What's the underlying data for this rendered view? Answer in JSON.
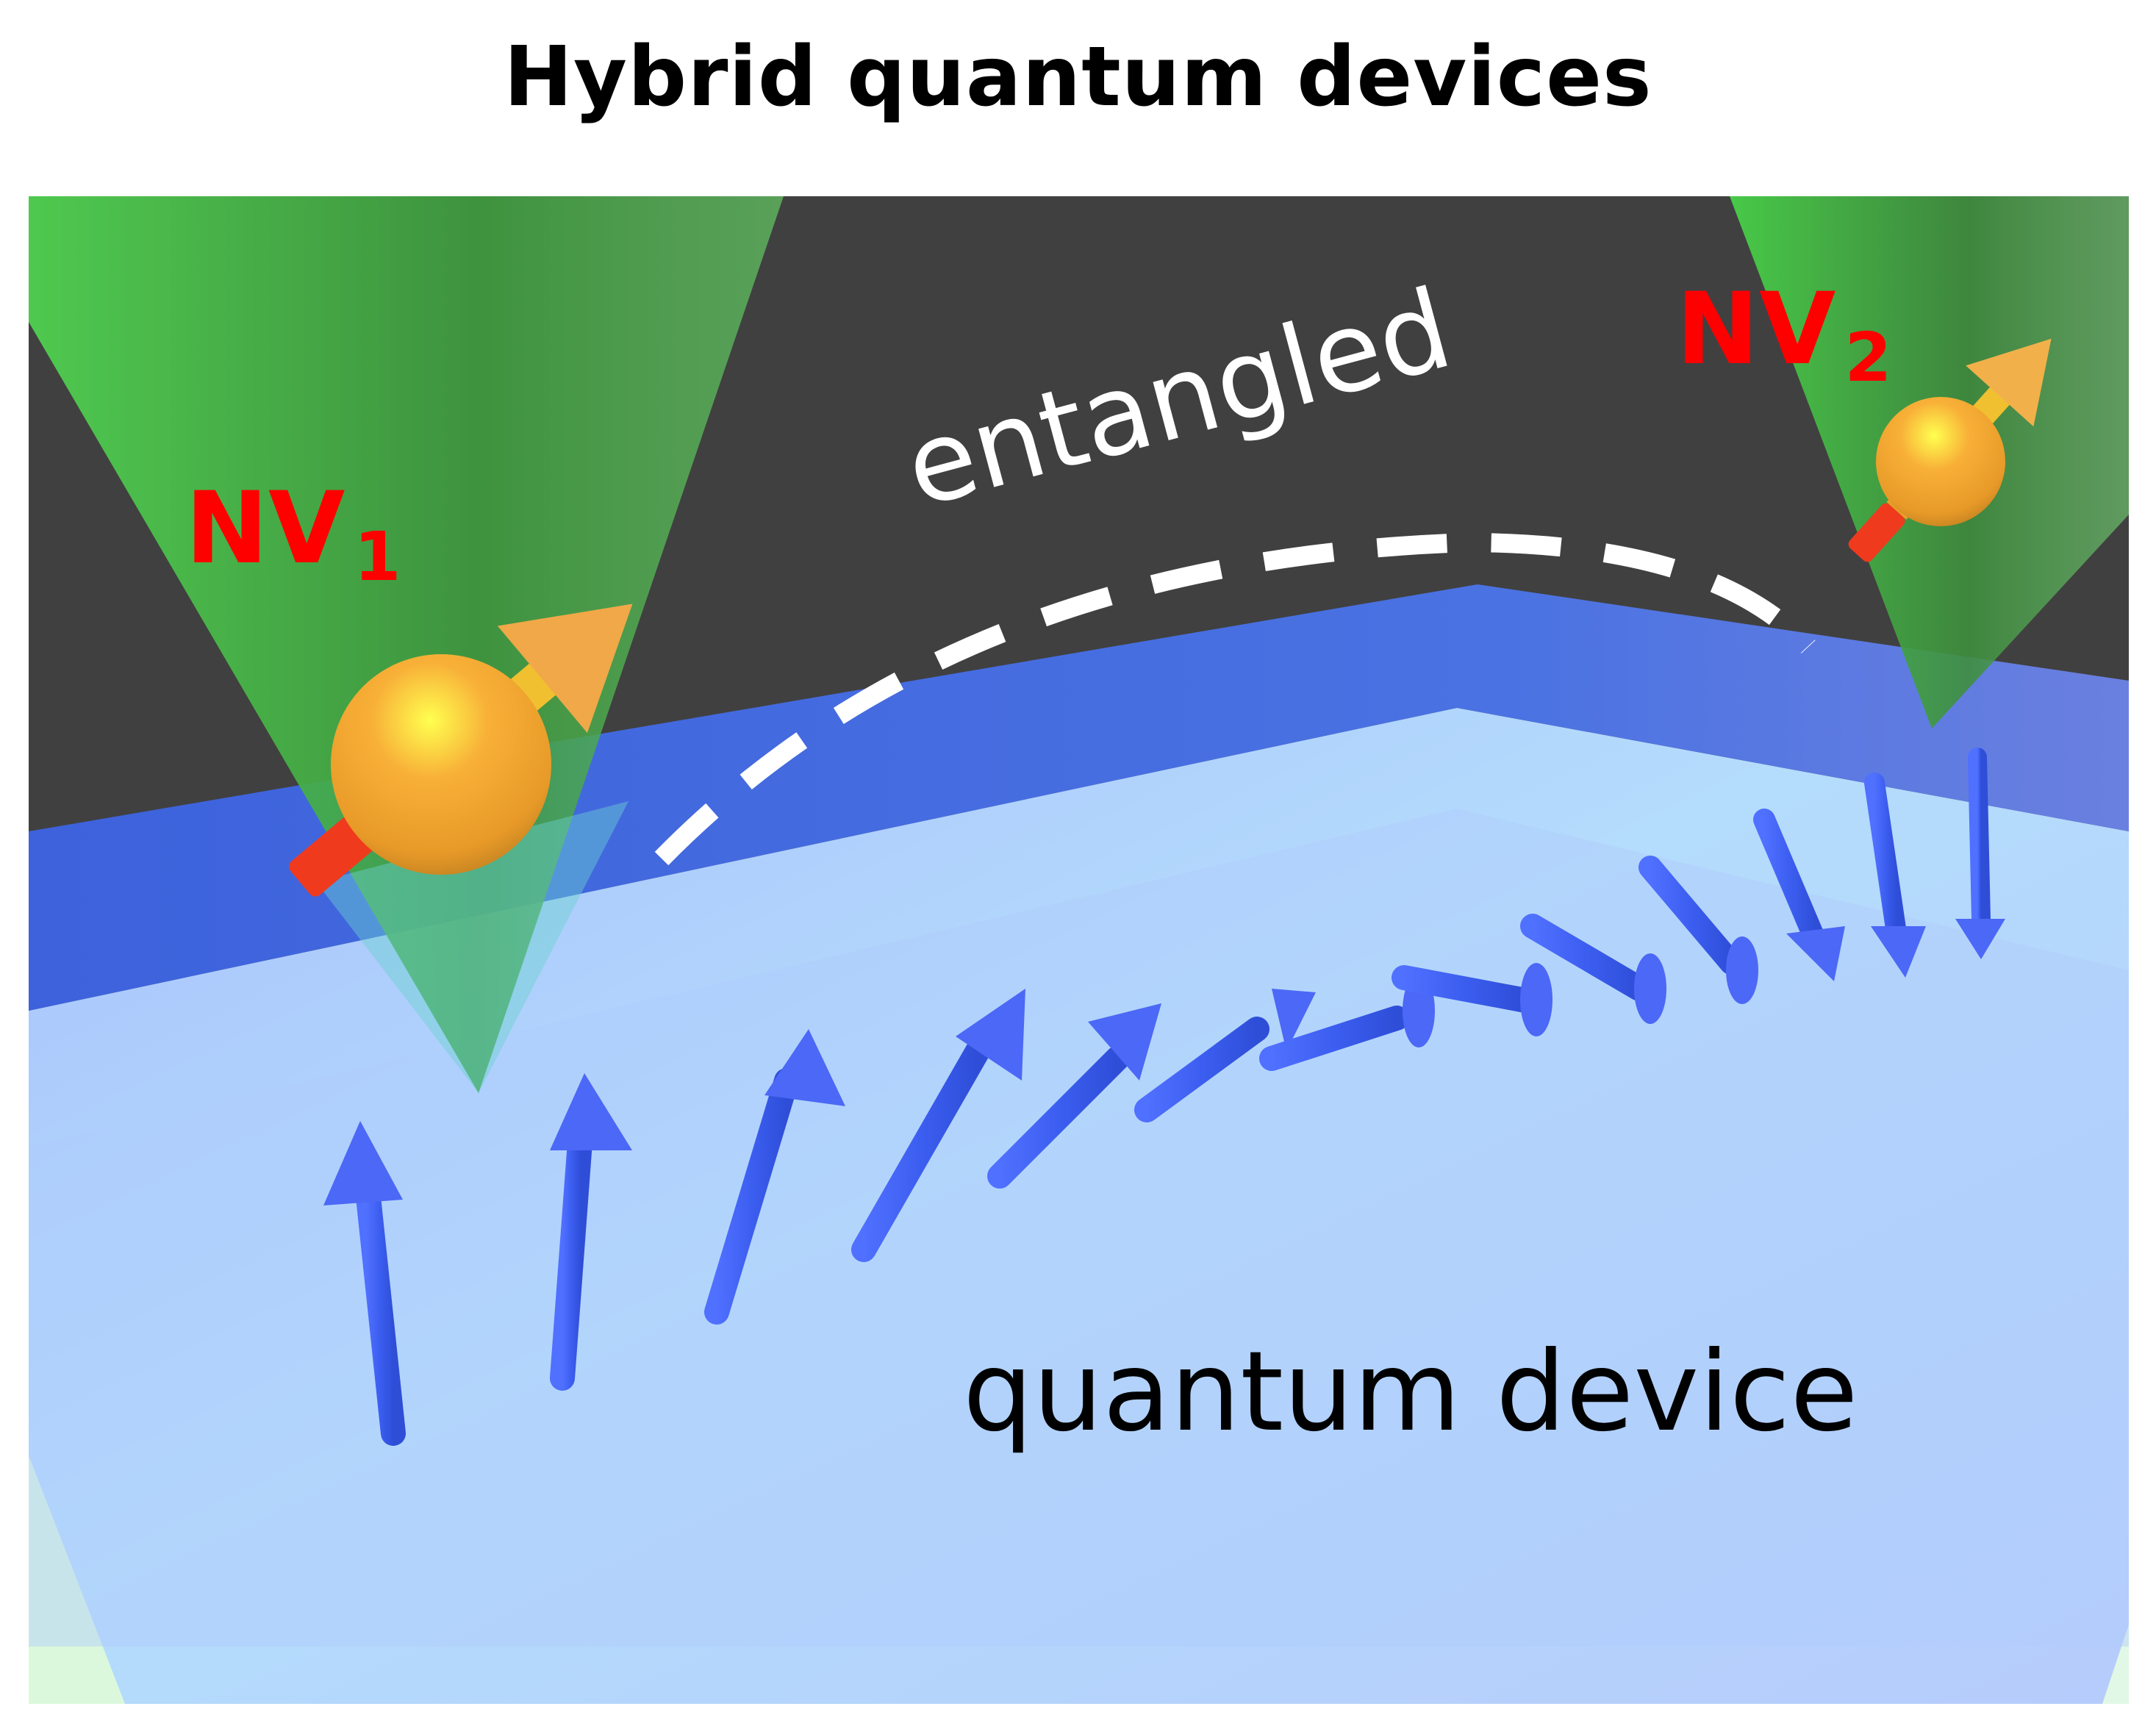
{
  "title": "Hybrid quantum devices",
  "labels": {
    "nv1_main": "NV",
    "nv1_sub": "1",
    "nv2_main": "NV",
    "nv2_sub": "2",
    "entangled": "entangled",
    "device": "quantum device"
  },
  "colors": {
    "background_dark": "#404040",
    "wall_blue": "#4368e0",
    "floor_light_blue": "#b4d4fc",
    "cone_green": "#4cc84c",
    "spin_orange": "#f5a83a",
    "spin_tail_red": "#f03a1e",
    "magnon_arrow_blue": "#3f63f2",
    "nv_label_red": "#ff0000",
    "entangled_text": "#ffffff"
  },
  "elements": {
    "nv_centers": [
      {
        "id": "NV1",
        "spin_direction": "up-right"
      },
      {
        "id": "NV2",
        "spin_direction": "up-right"
      }
    ],
    "spin_wave_arrows_count": 14,
    "entanglement_link": "dashed arc between NV1 and NV2"
  }
}
